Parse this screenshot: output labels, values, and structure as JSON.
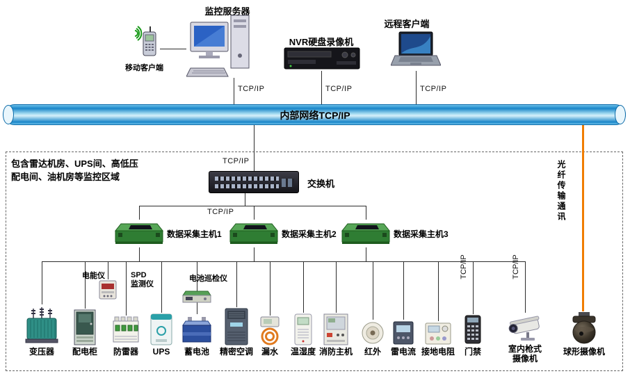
{
  "top": {
    "server": "监控服务器",
    "mobile": "移动客户端",
    "nvr": "NVR硬盘录像机",
    "remote": "远程客户端"
  },
  "net": {
    "tcpip": "TCP/IP"
  },
  "backbone": {
    "label": "内部网络TCP/IP"
  },
  "zone": {
    "line1": "包含雷达机房、UPS间、高低压",
    "line2": "配电间、油机房等监控区域",
    "switch": "交换机",
    "fiber": "光纤传输通讯"
  },
  "hosts": [
    "数据采集主机1",
    "数据采集主机2",
    "数据采集主机3"
  ],
  "meters": {
    "power_meter": "电能仪",
    "spd_line1": "SPD",
    "spd_line2": "监测仪",
    "battery_inspector": "电池巡检仪"
  },
  "devices": [
    "变压器",
    "配电柜",
    "防雷器",
    "UPS",
    "蓄电池",
    "精密空调",
    "漏水",
    "温湿度",
    "消防主机",
    "红外",
    "雷电流",
    "接地电阻",
    "门禁",
    "室内枪式摄像机",
    "球形摄像机"
  ],
  "colors": {
    "backbone_blue": "#1a86c8",
    "fiber_orange": "#f07d00",
    "host_green": "#2f7d33"
  }
}
